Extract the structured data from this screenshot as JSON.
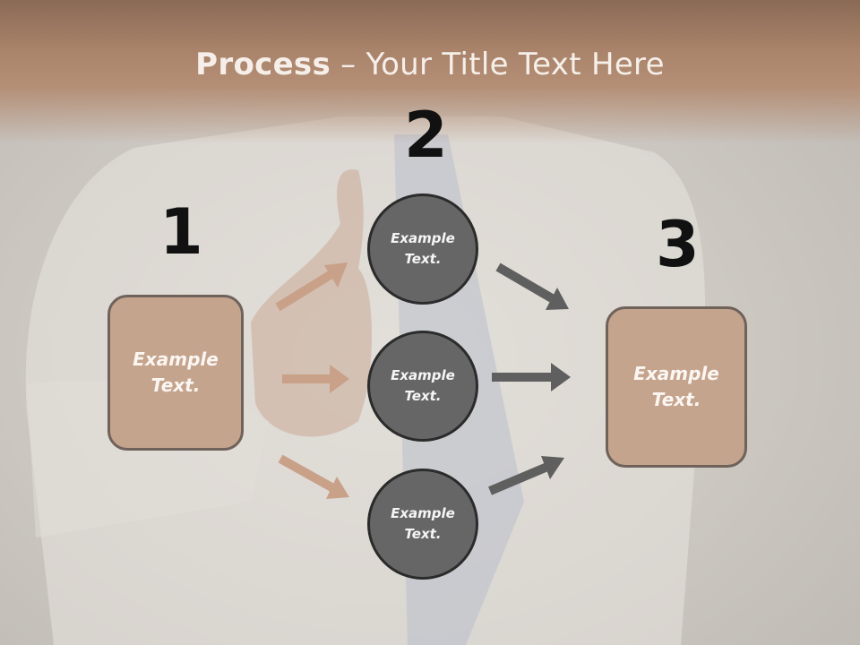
{
  "title": {
    "bold": "Process",
    "rest": " – Your Title Text Here"
  },
  "steps": [
    {
      "number": "1",
      "box_text": "Example\nText."
    },
    {
      "number": "2",
      "circles": [
        "Example\nText.",
        "Example\nText.",
        "Example\nText."
      ]
    },
    {
      "number": "3",
      "box_text": "Example\nText."
    }
  ],
  "colors": {
    "title_band": "#a9836a",
    "box_fill": "#c5a48e",
    "box_border": "#6f625a",
    "circle_fill": "#666666",
    "circle_border": "#2b2b2b",
    "arrow_left": "#c9a189",
    "arrow_right": "#5f5f5f",
    "number": "#111111"
  }
}
